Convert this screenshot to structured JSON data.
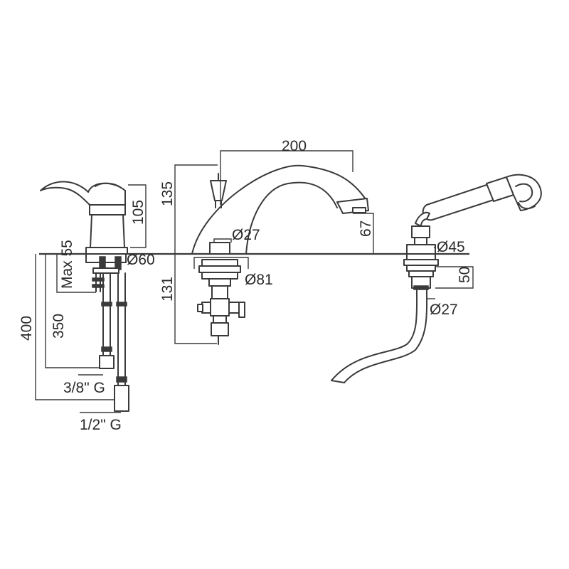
{
  "dimensions": {
    "spout_reach": "200",
    "spout_height": "135",
    "spout_outlet_height": "67",
    "spout_base_diameter": "Ø27",
    "spout_escutcheon_diameter": "Ø81",
    "spout_below_deck": "131",
    "mixer_height": "105",
    "mixer_base_diameter": "Ø60",
    "deck_thickness_max": "Max 55",
    "hose_length_400": "400",
    "hose_length_350": "350",
    "connection_small": "3/8\" G",
    "connection_large": "1/2\" G",
    "shower_base_diameter": "Ø45",
    "shower_below_deck": "50",
    "shower_hose_diameter": "Ø27"
  }
}
